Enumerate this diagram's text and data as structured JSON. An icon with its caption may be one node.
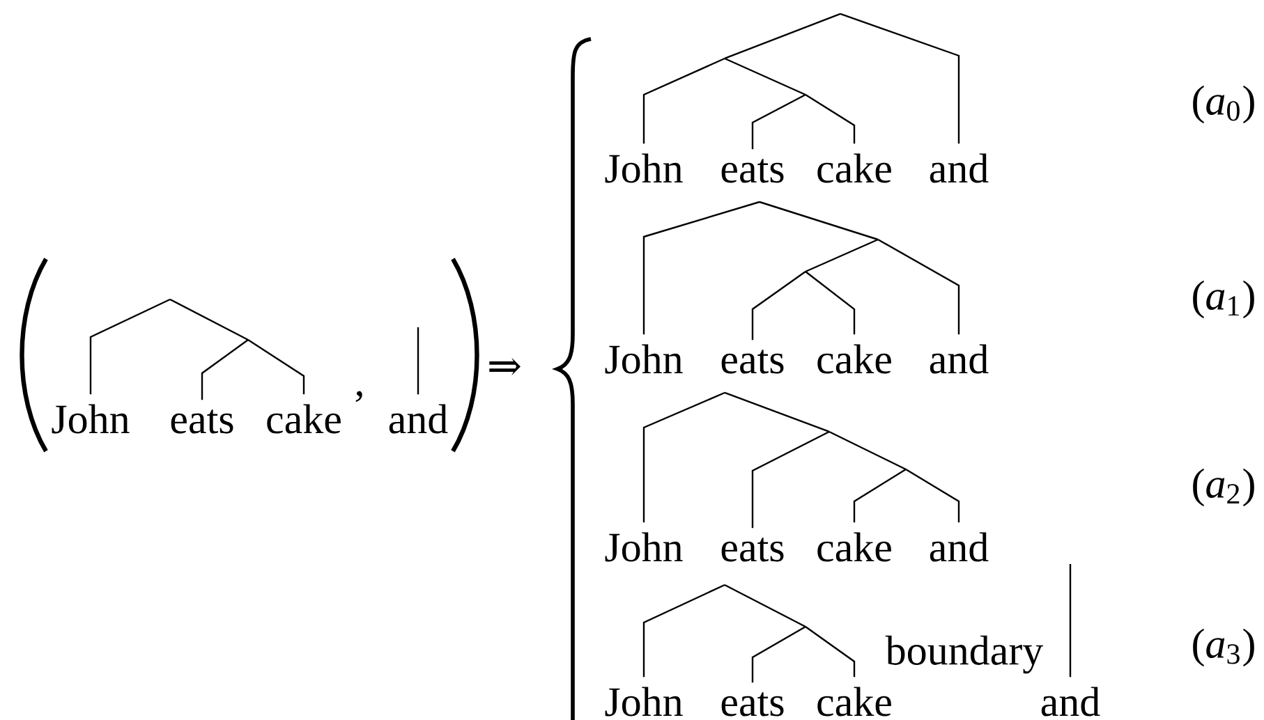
{
  "diagram": {
    "nodes": [
      {
        "text": [
          "John"
        ]
      },
      {
        "text": [
          "eats"
        ]
      },
      {
        "text": [
          "cake"
        ]
      },
      {
        "text": [
          "and"
        ]
      },
      {
        "text": [
          "John"
        ]
      },
      {
        "text": [
          "eats"
        ]
      },
      {
        "text": [
          "cake"
        ]
      },
      {
        "text": [
          "and"
        ]
      },
      {
        "text": [
          "John"
        ]
      },
      {
        "text": [
          "eats"
        ]
      },
      {
        "text": [
          "cake"
        ]
      },
      {
        "text": [
          "and"
        ]
      },
      {
        "text": [
          "John"
        ]
      },
      {
        "text": [
          "eats"
        ]
      },
      {
        "text": [
          "cake"
        ]
      },
      {
        "text": [
          "and"
        ]
      },
      {
        "text": [
          "John"
        ]
      },
      {
        "text": [
          "eats"
        ]
      },
      {
        "text": [
          "cake"
        ]
      },
      {
        "text": [
          "and"
        ]
      }
    ],
    "labels": [
      ",",
      "⇒",
      "(*a*$_{0}$)",
      "(*a*$_{1}$)",
      "(*a*$_{2}$)",
      "boundary",
      "(*a*$_{3}$)"
    ]
  }
}
